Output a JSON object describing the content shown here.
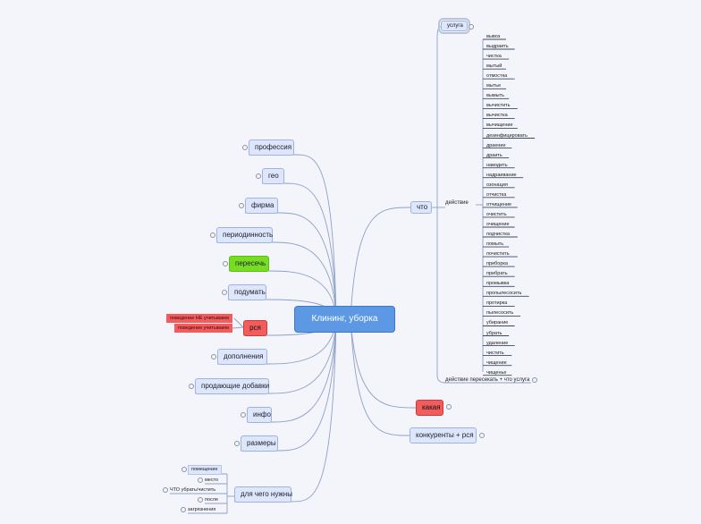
{
  "central": "Клининг, уборка",
  "left_nodes": [
    "профессия",
    "гео",
    "фирма",
    "периодинность",
    "пересечь",
    "подумать",
    "рся",
    "дополнения",
    "продающие добавки",
    "инфо",
    "размеры",
    "для чего нужны"
  ],
  "rsya_tags": [
    "поведение НЕ учитываем",
    "поведение учитываем"
  ],
  "dlya_chego": [
    "помещение",
    "место",
    "ЧТО убрать/чистить",
    "после",
    "загрязнения"
  ],
  "right_nodes": {
    "usluga": "услуга",
    "chto": "что",
    "kakaya": "какая",
    "konkurenty": "конкуренты + рся"
  },
  "deystvie_label": "действие",
  "deystvie_cross": "действие пересекать + что услуга",
  "actions": [
    "вывоз",
    "выдраить",
    "чистка",
    "мытый",
    "отмостка",
    "мытье",
    "вымыть",
    "вычистить",
    "вычистка",
    "вычищение",
    "дезинфицировать",
    "драение",
    "драить",
    "наводить",
    "надраивание",
    "озонация",
    "отчистка",
    "отчищение",
    "очистить",
    "очищение",
    "подчистка",
    "помыть",
    "почистить",
    "приборка",
    "прибрать",
    "промывка",
    "пропылесосить",
    "протирка",
    "пылесосить",
    "убирание",
    "убрать",
    "удаление",
    "чистить",
    "чищение",
    "чищенье"
  ]
}
